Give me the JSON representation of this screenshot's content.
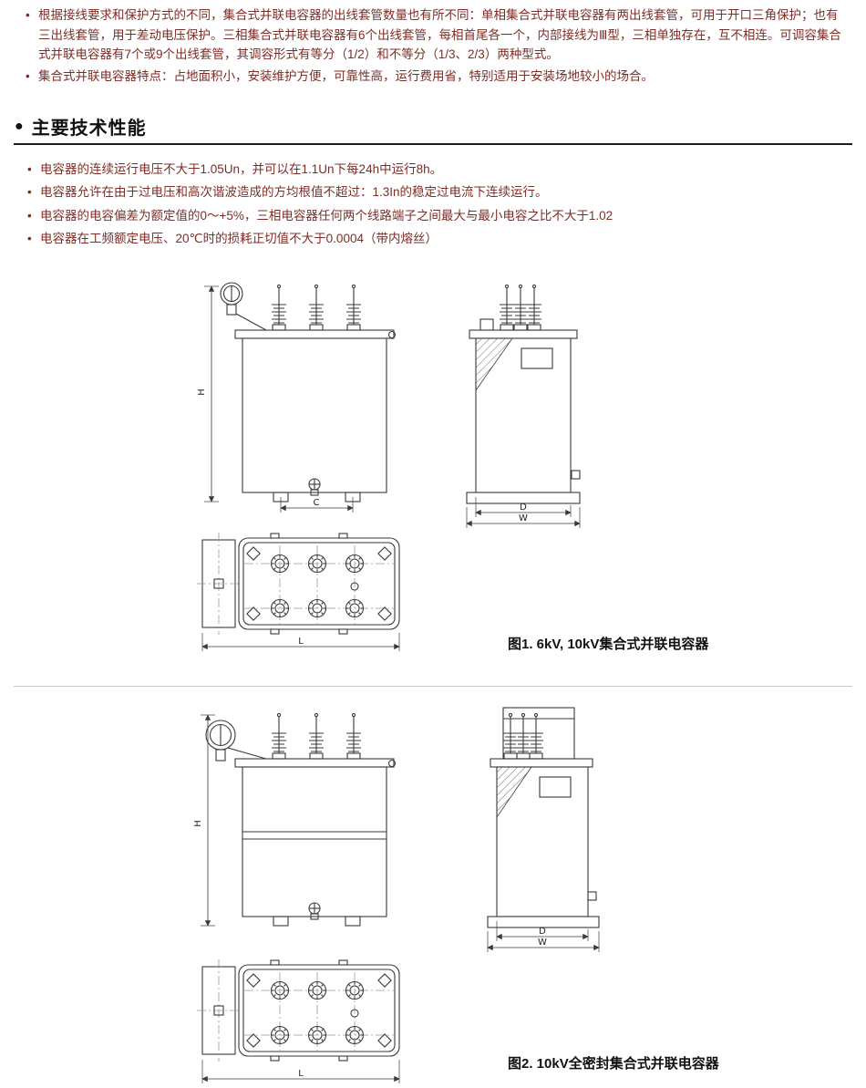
{
  "bullet_char": "•",
  "intro": {
    "items": [
      "根据接线要求和保护方式的不同，集合式并联电容器的出线套管数量也有所不同：单相集合式并联电容器有两出线套管，可用于开口三角保护；也有三出线套管，用于差动电压保护。三相集合式并联电容器有6个出线套管，每相首尾各一个，内部接线为Ⅲ型，三相单独存在，互不相连。可调容集合式并联电容器有7个或9个出线套管，其调容形式有等分（1/2）和不等分（1/3、2/3）两种型式。",
      "集合式并联电容器特点：占地面积小，安装维护方便，可靠性高，运行费用省，特别适用于安装场地较小的场合。"
    ]
  },
  "section": {
    "bullet_icon": "●",
    "title": "主要技术性能",
    "items": [
      "电容器的连续运行电压不大于1.05Un，并可以在1.1Un下每24h中运行8h。",
      "电容器允许在由于过电压和高次谐波造成的方均根值不超过：1.3In的稳定过电流下连续运行。",
      "电容器的电容偏差为额定值的0～+5%，三相电容器任何两个线路端子之间最大与最小电容之比不大于1.02",
      "电容器在工频额定电压、20℃时的损耗正切值不大于0.0004（带内熔丝）"
    ]
  },
  "figures": [
    {
      "caption": "图1. 6kV, 10kV集合式并联电容器",
      "dims": {
        "h": "H",
        "c": "C",
        "d": "D",
        "w": "W",
        "l": "L"
      }
    },
    {
      "caption": "图2. 10kV全密封集合式并联电容器",
      "dims": {
        "h": "H",
        "d": "D",
        "w": "W",
        "l": "L"
      }
    }
  ]
}
